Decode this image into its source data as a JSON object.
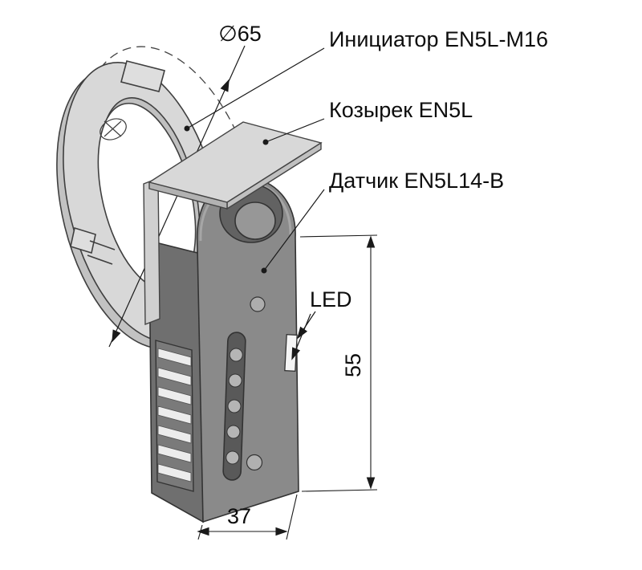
{
  "drawing": {
    "labels": {
      "diameter": "∅65",
      "initiator": "Инициатор EN5L-M16",
      "visor": "Козырек EN5L",
      "sensor": "Датчик EN5L14-B",
      "led": "LED"
    },
    "dimensions": {
      "height": "55",
      "width": "37"
    },
    "colors": {
      "outline": "#333333",
      "body_front": "#8a8a8a",
      "body_side": "#6f6f6f",
      "bracket_light": "#d8d8d8",
      "background": "#ffffff"
    }
  }
}
